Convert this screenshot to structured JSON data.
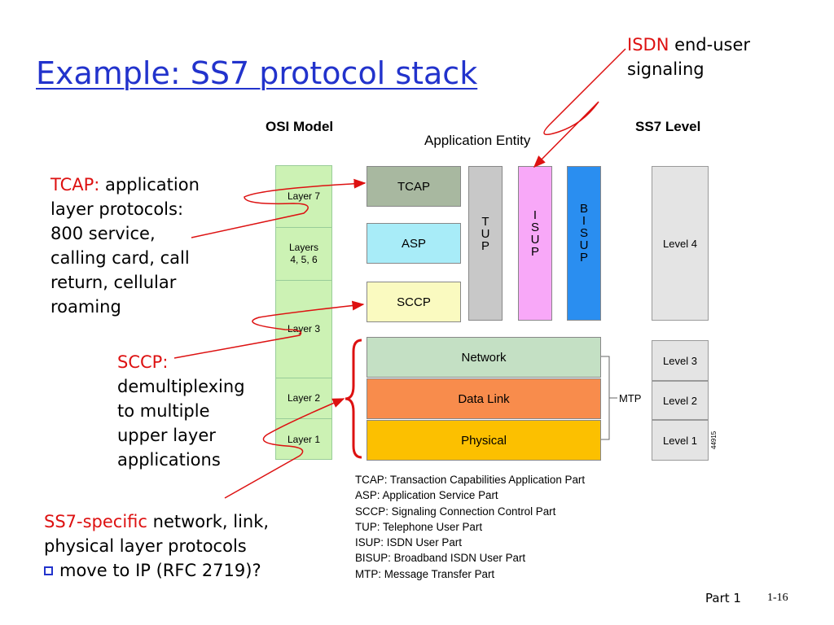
{
  "title": "Example: SS7 protocol stack",
  "notes": {
    "isdn": {
      "red": "ISDN",
      "line1": " end-user",
      "line2": "signaling"
    },
    "tcap": {
      "red": "TCAP:",
      "line1": " application",
      "lines": [
        "layer protocols:",
        "800 service,",
        "calling card, call",
        "return, cellular",
        "roaming"
      ]
    },
    "sccp": {
      "red": "SCCP:",
      "lines": [
        "demultiplexing",
        "to multiple",
        "upper layer",
        "applications"
      ]
    },
    "ss7": {
      "red": "SS7-specific",
      "line1": " network, link,",
      "line2": "physical layer protocols",
      "bullet": "move to IP (RFC 2719)?"
    }
  },
  "diagram": {
    "osi_header": "OSI Model",
    "ss7_header": "SS7 Level",
    "app_entity": "Application Entity",
    "osi_layers": [
      "Layer 7",
      "Layers\n4, 5, 6",
      "Layer 3",
      "Layer 2",
      "Layer 1"
    ],
    "boxes": {
      "tcap": "TCAP",
      "asp": "ASP",
      "sccp": "SCCP",
      "tup": "T\nU\nP",
      "isup": "I\nS\nU\nP",
      "bisup": "B\nI\nS\nU\nP"
    },
    "mtp_layers": [
      "Network",
      "Data Link",
      "Physical"
    ],
    "mtp_label": "MTP",
    "levels": [
      "Level 4",
      "Level 3",
      "Level 2",
      "Level 1"
    ],
    "figure_number": "44915"
  },
  "legend": [
    "TCAP: Transaction Capabilities Application Part",
    "ASP: Application Service Part",
    "SCCP: Signaling Connection Control Part",
    "TUP: Telephone User Part",
    "ISUP: ISDN User Part",
    "BISUP: Broadband ISDN User Part",
    "MTP: Message Transfer Part"
  ],
  "footer": {
    "part": "Part 1",
    "page": "1-16"
  },
  "colors": {
    "title": "#2233cc",
    "accent_red": "#dd1111",
    "osi": "#ccf2b4",
    "tcap": "#a8b8a0",
    "asp": "#a8ecf8",
    "sccp": "#fafac0",
    "tup": "#c8c8c8",
    "isup": "#f8a8f8",
    "bisup": "#2a8ef0",
    "network": "#c4e0c4",
    "datalink": "#f88c4c",
    "physical": "#fcc000",
    "level": "#e4e4e4"
  }
}
